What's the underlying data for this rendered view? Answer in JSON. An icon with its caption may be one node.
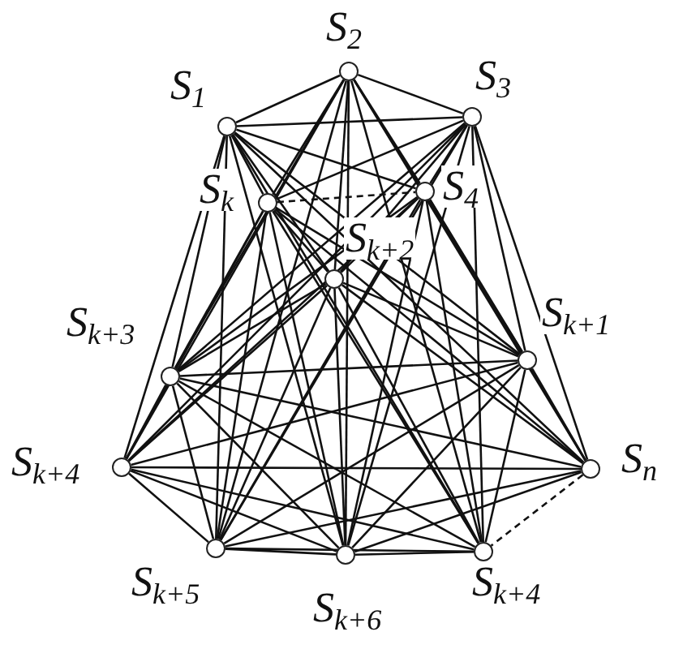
{
  "diagram": {
    "nodes": [
      {
        "text": [],
        "shape": "circle",
        "beside": [
          "S$_{1}$"
        ]
      },
      {
        "text": [],
        "shape": "circle",
        "beside": [
          "S$_{2}$"
        ]
      },
      {
        "text": [],
        "shape": "circle",
        "beside": [
          "S$_{3}$"
        ]
      },
      {
        "text": [],
        "shape": "circle",
        "beside": [
          "S$_{k}$"
        ]
      },
      {
        "text": [],
        "shape": "circle",
        "beside": [
          "S$_{4}$"
        ]
      },
      {
        "text": [],
        "shape": "circle",
        "beside": [
          "S$_{k+3}$"
        ]
      },
      {
        "text": [],
        "shape": "circle",
        "beside": [
          "S$_{k+2}$"
        ]
      },
      {
        "text": [],
        "shape": "circle",
        "beside": [
          "S$_{k+1}$"
        ]
      },
      {
        "text": [],
        "shape": "circle",
        "beside": [
          "S$_{k+4}$"
        ]
      },
      {
        "text": [],
        "shape": "circle",
        "beside": [
          "S$_{n}$"
        ]
      },
      {
        "text": [],
        "shape": "circle",
        "beside": [
          "S$_{k+5}$"
        ]
      },
      {
        "text": [],
        "shape": "circle",
        "beside": [
          "S$_{k+6}$"
        ]
      },
      {
        "text": [],
        "shape": "circle",
        "beside": [
          "S$_{k+4}$"
        ]
      }
    ],
    "edges": [
      {
        "from": 0,
        "to": 1,
        "arrow": "none"
      },
      {
        "from": 0,
        "to": 2,
        "arrow": "none"
      },
      {
        "from": 0,
        "to": 3,
        "arrow": "none"
      },
      {
        "from": 0,
        "to": 4,
        "arrow": "none"
      },
      {
        "from": 0,
        "to": 5,
        "arrow": "none"
      },
      {
        "from": 0,
        "to": 6,
        "arrow": "none"
      },
      {
        "from": 0,
        "to": 7,
        "arrow": "none"
      },
      {
        "from": 0,
        "to": 8,
        "arrow": "none"
      },
      {
        "from": 0,
        "to": 9,
        "arrow": "none"
      },
      {
        "from": 0,
        "to": 10,
        "arrow": "none"
      },
      {
        "from": 0,
        "to": 11,
        "arrow": "none"
      },
      {
        "from": 0,
        "to": 12,
        "arrow": "none"
      },
      {
        "from": 1,
        "to": 2,
        "arrow": "none"
      },
      {
        "from": 1,
        "to": 3,
        "arrow": "none"
      },
      {
        "from": 1,
        "to": 4,
        "arrow": "none"
      },
      {
        "from": 1,
        "to": 5,
        "arrow": "none"
      },
      {
        "from": 1,
        "to": 6,
        "arrow": "none"
      },
      {
        "from": 1,
        "to": 7,
        "arrow": "none"
      },
      {
        "from": 1,
        "to": 8,
        "arrow": "none"
      },
      {
        "from": 1,
        "to": 9,
        "arrow": "none"
      },
      {
        "from": 1,
        "to": 10,
        "arrow": "none"
      },
      {
        "from": 1,
        "to": 11,
        "arrow": "none"
      },
      {
        "from": 1,
        "to": 12,
        "arrow": "none"
      },
      {
        "from": 2,
        "to": 3,
        "arrow": "none"
      },
      {
        "from": 2,
        "to": 4,
        "arrow": "none"
      },
      {
        "from": 2,
        "to": 5,
        "arrow": "none"
      },
      {
        "from": 2,
        "to": 6,
        "arrow": "none"
      },
      {
        "from": 2,
        "to": 7,
        "arrow": "none"
      },
      {
        "from": 2,
        "to": 8,
        "arrow": "none"
      },
      {
        "from": 2,
        "to": 9,
        "arrow": "none"
      },
      {
        "from": 2,
        "to": 10,
        "arrow": "none"
      },
      {
        "from": 2,
        "to": 11,
        "arrow": "none"
      },
      {
        "from": 2,
        "to": 12,
        "arrow": "none"
      },
      {
        "from": 3,
        "to": 4,
        "arrow": "none",
        "style": "dashed"
      },
      {
        "from": 3,
        "to": 5,
        "arrow": "none"
      },
      {
        "from": 3,
        "to": 6,
        "arrow": "none"
      },
      {
        "from": 3,
        "to": 7,
        "arrow": "none"
      },
      {
        "from": 3,
        "to": 8,
        "arrow": "none"
      },
      {
        "from": 3,
        "to": 9,
        "arrow": "none"
      },
      {
        "from": 3,
        "to": 10,
        "arrow": "none"
      },
      {
        "from": 3,
        "to": 11,
        "arrow": "none"
      },
      {
        "from": 3,
        "to": 12,
        "arrow": "none"
      },
      {
        "from": 4,
        "to": 5,
        "arrow": "none"
      },
      {
        "from": 4,
        "to": 6,
        "arrow": "none"
      },
      {
        "from": 4,
        "to": 7,
        "arrow": "none"
      },
      {
        "from": 4,
        "to": 8,
        "arrow": "none"
      },
      {
        "from": 4,
        "to": 9,
        "arrow": "none"
      },
      {
        "from": 4,
        "to": 10,
        "arrow": "none"
      },
      {
        "from": 4,
        "to": 11,
        "arrow": "none"
      },
      {
        "from": 4,
        "to": 12,
        "arrow": "none"
      },
      {
        "from": 5,
        "to": 6,
        "arrow": "none"
      },
      {
        "from": 5,
        "to": 7,
        "arrow": "none"
      },
      {
        "from": 5,
        "to": 8,
        "arrow": "none"
      },
      {
        "from": 5,
        "to": 9,
        "arrow": "none"
      },
      {
        "from": 5,
        "to": 10,
        "arrow": "none"
      },
      {
        "from": 5,
        "to": 11,
        "arrow": "none"
      },
      {
        "from": 5,
        "to": 12,
        "arrow": "none"
      },
      {
        "from": 6,
        "to": 7,
        "arrow": "none"
      },
      {
        "from": 6,
        "to": 8,
        "arrow": "none"
      },
      {
        "from": 6,
        "to": 9,
        "arrow": "none"
      },
      {
        "from": 6,
        "to": 10,
        "arrow": "none"
      },
      {
        "from": 6,
        "to": 11,
        "arrow": "none"
      },
      {
        "from": 6,
        "to": 12,
        "arrow": "none"
      },
      {
        "from": 7,
        "to": 8,
        "arrow": "none"
      },
      {
        "from": 7,
        "to": 9,
        "arrow": "none"
      },
      {
        "from": 7,
        "to": 10,
        "arrow": "none"
      },
      {
        "from": 7,
        "to": 11,
        "arrow": "none"
      },
      {
        "from": 7,
        "to": 12,
        "arrow": "none"
      },
      {
        "from": 8,
        "to": 9,
        "arrow": "none"
      },
      {
        "from": 8,
        "to": 10,
        "arrow": "none"
      },
      {
        "from": 8,
        "to": 11,
        "arrow": "none"
      },
      {
        "from": 8,
        "to": 12,
        "arrow": "none"
      },
      {
        "from": 9,
        "to": 10,
        "arrow": "none"
      },
      {
        "from": 9,
        "to": 11,
        "arrow": "none"
      },
      {
        "from": 9,
        "to": 12,
        "arrow": "none",
        "style": "dashed"
      },
      {
        "from": 10,
        "to": 11,
        "arrow": "none"
      },
      {
        "from": 10,
        "to": 12,
        "arrow": "none"
      },
      {
        "from": 11,
        "to": 12,
        "arrow": "none"
      }
    ]
  }
}
